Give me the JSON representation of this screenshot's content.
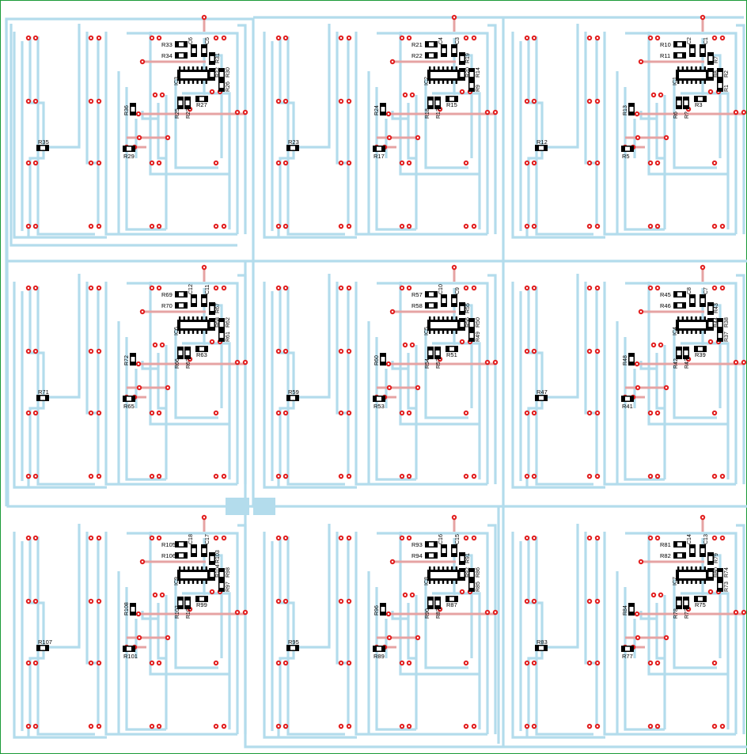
{
  "board": {
    "colors": {
      "border": "#1b9a37",
      "trace": "#b3dcec",
      "pad": "#e21e1e",
      "top_trace": "#e6a3a3",
      "component": "#000000"
    }
  },
  "modules": [
    {
      "ic": "IC3",
      "top_res": [
        "R33",
        "R34"
      ],
      "caps": [
        "C6",
        "C5"
      ],
      "right_res": [
        "R31",
        "R32",
        "R30",
        "R26"
      ],
      "mid_res": [
        "R28",
        "R27"
      ],
      "left_res": "R36",
      "bottom_res": "R29",
      "long_res": "R35",
      "low_res": [
        "R25",
        "R2?"
      ]
    },
    {
      "ic": "IC2",
      "top_res": [
        "R21",
        "R22"
      ],
      "caps": [
        "C4",
        "C3"
      ],
      "right_res": [
        "R19",
        "R20",
        "R14",
        "R9"
      ],
      "mid_res": [
        "R16",
        "R15"
      ],
      "left_res": "R24",
      "bottom_res": "R17",
      "long_res": "R23",
      "low_res": [
        "R18",
        "R1?"
      ]
    },
    {
      "ic": "IC1",
      "top_res": [
        "R10",
        "R11"
      ],
      "caps": [
        "C2",
        "C1"
      ],
      "right_res": [
        "R7",
        "R8",
        "R2",
        "R1"
      ],
      "mid_res": [
        "R4",
        "R3"
      ],
      "left_res": "R13",
      "bottom_res": "R5",
      "long_res": "R12",
      "low_res": [
        "R6",
        "R?"
      ]
    },
    {
      "ic": "IC6",
      "top_res": [
        "R69",
        "R70"
      ],
      "caps": [
        "C12",
        "C11"
      ],
      "right_res": [
        "R67",
        "R68",
        "R62",
        "R61"
      ],
      "mid_res": [
        "R64",
        "R63"
      ],
      "left_res": "R72",
      "bottom_res": "R65",
      "long_res": "R71",
      "low_res": [
        "R66",
        "R6?"
      ]
    },
    {
      "ic": "IC5",
      "top_res": [
        "R57",
        "R58"
      ],
      "caps": [
        "C10",
        "C9"
      ],
      "right_res": [
        "R55",
        "R56",
        "R50",
        "R49"
      ],
      "mid_res": [
        "R52",
        "R51"
      ],
      "left_res": "R60",
      "bottom_res": "R53",
      "long_res": "R59",
      "low_res": [
        "R54",
        "R5?"
      ]
    },
    {
      "ic": "IC4",
      "top_res": [
        "R45",
        "R46"
      ],
      "caps": [
        "C8",
        "C7"
      ],
      "right_res": [
        "R43",
        "R44",
        "R38",
        "R37"
      ],
      "mid_res": [
        "R40",
        "R39"
      ],
      "left_res": "R48",
      "bottom_res": "R41",
      "long_res": "R47",
      "low_res": [
        "R42",
        "R4?"
      ]
    },
    {
      "ic": "IC9",
      "top_res": [
        "R105",
        "R106"
      ],
      "caps": [
        "C18",
        "C17"
      ],
      "right_res": [
        "R103",
        "R104",
        "R98",
        "R97"
      ],
      "mid_res": [
        "R100",
        "R99"
      ],
      "left_res": "R108",
      "bottom_res": "R101",
      "long_res": "R107",
      "low_res": [
        "R102",
        "R10?"
      ]
    },
    {
      "ic": "IC8",
      "top_res": [
        "R93",
        "R94"
      ],
      "caps": [
        "C16",
        "C15"
      ],
      "right_res": [
        "R91",
        "R92",
        "R86",
        "R85"
      ],
      "mid_res": [
        "R88",
        "R87"
      ],
      "left_res": "R96",
      "bottom_res": "R89",
      "long_res": "R95",
      "low_res": [
        "R90",
        "R8?"
      ]
    },
    {
      "ic": "IC7",
      "top_res": [
        "R81",
        "R82"
      ],
      "caps": [
        "C14",
        "C13"
      ],
      "right_res": [
        "R79",
        "R80",
        "R74",
        "R73"
      ],
      "mid_res": [
        "R76",
        "R75"
      ],
      "left_res": "R84",
      "bottom_res": "R77",
      "long_res": "R83",
      "low_res": [
        "R78",
        "R7?"
      ]
    }
  ]
}
